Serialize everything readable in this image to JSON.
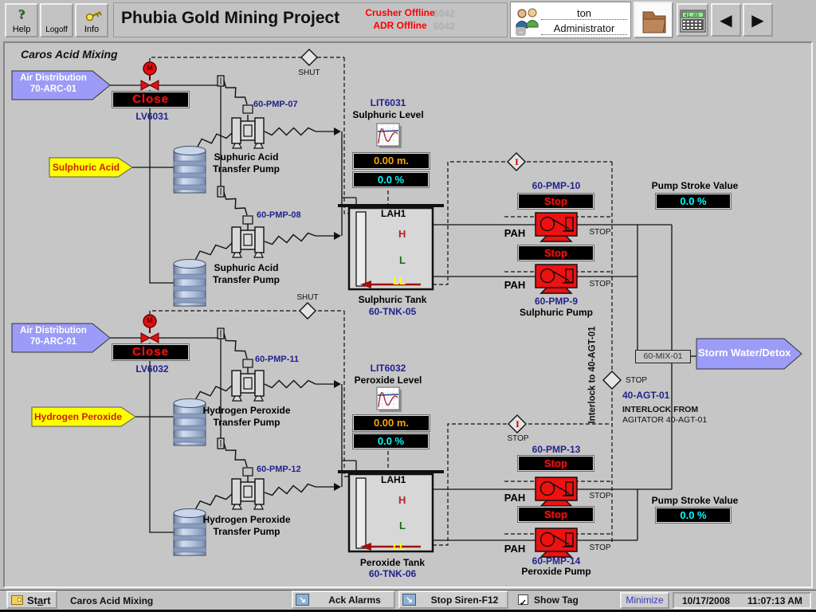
{
  "colors": {
    "accent_blue": "#9c9cf8",
    "banner_yellow": "#ffff00",
    "alarm_red": "#ff0000",
    "tag_navy": "#22228e",
    "value_orange": "#ffa500",
    "value_cyan": "#00ffff",
    "pump_red": "#ee1111"
  },
  "header": {
    "help": "Help",
    "help_icon": "?",
    "logoff": "Logoff",
    "info": "Info",
    "title": "Phubia Gold Mining Project",
    "alarm1": "Crusher Offline",
    "alarm2": "ADR Offline",
    "ghost1": "6042",
    "ghost2": "6042",
    "user_name": "ton",
    "user_role": "Administrator",
    "login_arrow": "→",
    "calc_display": "41.00",
    "prev": "◀",
    "next": "▶"
  },
  "diagram": {
    "title": "Caros Acid Mixing",
    "air_banner": {
      "line1": "Air Distribution",
      "line2": "70-ARC-01"
    },
    "feed_banners": {
      "sulphuric": "Sulphuric Acid",
      "peroxide": "Hydrogen Peroxide"
    },
    "storm_banner": "Storm Water/Detox",
    "valve_cmd": "Close",
    "valve_tags": {
      "upper": "LV6031",
      "lower": "LV6032"
    },
    "motor_letter": "M",
    "interlock_letter": "I",
    "shut_label": "SHUT",
    "stop_label": "STOP",
    "transfer_pumps": {
      "p07": {
        "tag": "60-PMP-07",
        "name1": "Suphuric Acid",
        "name2": "Transfer Pump"
      },
      "p08": {
        "tag": "60-PMP-08",
        "name1": "Suphuric Acid",
        "name2": "Transfer Pump"
      },
      "p11": {
        "tag": "60-PMP-11",
        "name1": "Hydrogen Peroxide",
        "name2": "Transfer Pump"
      },
      "p12": {
        "tag": "60-PMP-12",
        "name1": "Hydrogen Peroxide",
        "name2": "Transfer Pump"
      }
    },
    "levels": {
      "lit6031": {
        "tag": "LIT6031",
        "name": "Sulphuric Level",
        "value": "0.00 m.",
        "percent": "0.0 %"
      },
      "lit6032": {
        "tag": "LIT6032",
        "name": "Peroxide Level",
        "value": "0.00 m.",
        "percent": "0.0 %"
      }
    },
    "tanks": {
      "sulphuric": {
        "alarm": "LAH1",
        "high": "H",
        "low": "L",
        "lowlow": "LL",
        "name": "Sulphuric Tank",
        "tag": "60-TNK-05"
      },
      "peroxide": {
        "alarm": "LAH1",
        "high": "H",
        "low": "L",
        "lowlow": "LL",
        "name": "Peroxide Tank",
        "tag": "60-TNK-06"
      }
    },
    "dosing_upper": {
      "tag_a": "60-PMP-10",
      "tag_b": "60-PMP-9",
      "name": "Sulphuric Pump",
      "cmd": "Stop",
      "alarm": "PAH",
      "state": "STOP",
      "stroke_label": "Pump Stroke Value",
      "stroke_value": "0.0 %"
    },
    "dosing_lower": {
      "tag_a": "60-PMP-13",
      "tag_b": "60-PMP-14",
      "name": "Peroxide Pump",
      "cmd": "Stop",
      "alarm": "PAH",
      "state": "STOP",
      "stroke_label": "Pump Stroke Value",
      "stroke_value": "0.0 %"
    },
    "mixer_tag": "60-MIX-01",
    "agitator": {
      "tag": "40-AGT-01",
      "from1": "INTERLOCK FROM",
      "from2": "AGITATOR 40-AGT-01",
      "vertical": "Interlock to 40-AGT-01"
    }
  },
  "footer": {
    "start_pre": "St",
    "start_key": "a",
    "start_post": "rt",
    "screen": "Caros Acid Mixing",
    "ack": "Ack Alarms",
    "siren": "Stop Siren-F12",
    "arrow_icon": "↘",
    "check": "✓",
    "show_tag": "Show Tag",
    "minimize": "Minimize",
    "date": "10/17/2008",
    "time": "11:07:13 AM"
  }
}
